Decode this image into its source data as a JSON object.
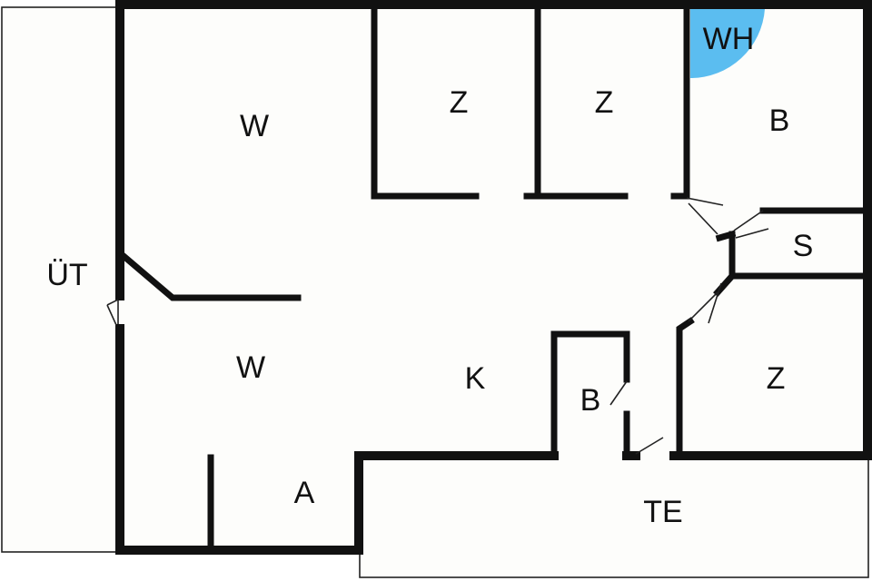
{
  "colors": {
    "wall": "#111111",
    "background": "#fdfdfb",
    "hot_tub": "#5bbdf0"
  },
  "rooms": {
    "terrace_left": "ÜT",
    "living_top": "W",
    "living_bottom": "W",
    "bedroom_1": "Z",
    "bedroom_2": "Z",
    "bedroom_3": "Z",
    "bath_top": "B",
    "bath_small": "B",
    "sauna": "S",
    "kitchen": "K",
    "entrance": "A",
    "terrace_bottom": "TE",
    "hot_tub": "WH"
  }
}
